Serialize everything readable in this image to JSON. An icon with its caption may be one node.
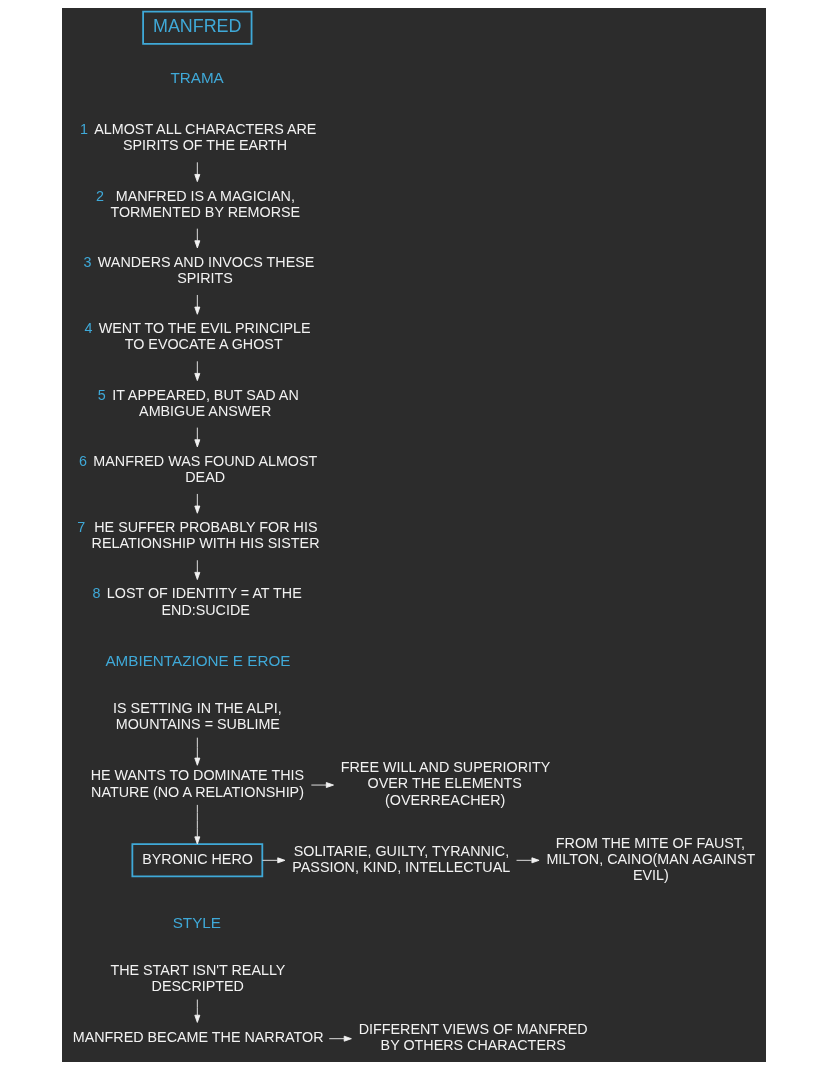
{
  "diagram": {
    "nodes": [
      {
        "text": [
          "MANFRED"
        ]
      },
      {
        "text": [
          "ALMOST ALL CHARACTERS ARE SPIRITS OF THE EARTH"
        ],
        "beside": [
          "1"
        ]
      },
      {
        "text": [
          "MANFRED IS A MAGICIAN, TORMENTED BY REMORSE"
        ],
        "beside": [
          "2"
        ]
      },
      {
        "text": [
          "WANDERS AND INVOCS THESE SPIRITS"
        ],
        "beside": [
          "3"
        ]
      },
      {
        "text": [
          "WENT TO THE EVIL PRINCIPLE TO EVOCATE A GHOST"
        ],
        "beside": [
          "4"
        ]
      },
      {
        "text": [
          "IT APPEARED, BUT SAD AN AMBIGUE ANSWER"
        ],
        "beside": [
          "5"
        ]
      },
      {
        "text": [
          "MANFRED WAS FOUND ALMOST DEAD"
        ],
        "beside": [
          "6"
        ]
      },
      {
        "text": [
          "HE SUFFER PROBABLY FOR HIS RELATIONSHIP WITH HIS SISTER"
        ],
        "beside": [
          "7"
        ]
      },
      {
        "text": [
          "LOST OF IDENTITY = AT THE END:SUCIDE"
        ],
        "beside": [
          "8"
        ]
      },
      {
        "text": [
          "IS SETTING IN THE ALPI, MOUNTAINS = SUBLIME"
        ]
      },
      {
        "text": [
          "HE WANTS TO DOMINATE THIS NATURE (NO A RELATIONSHIP)"
        ]
      },
      {
        "text": [
          "FREE WILL AND SUPERIORITY OVER THE ELEMENTS (OVERREACHER)"
        ]
      },
      {
        "text": [
          "BYRONIC HERO"
        ]
      },
      {
        "text": [
          "SOLITARIE, GUILTY, TYRANNIC, PASSION, KIND, INTELLECTUAL"
        ]
      },
      {
        "text": [
          "FROM THE MITE OF FAUST, MILTON, CAINO(MAN AGAINST EVIL)"
        ]
      },
      {
        "text": [
          "THE START ISN'T REALLY DESCRIPTED"
        ]
      },
      {
        "text": [
          "MANFRED BECAME THE NARRATOR"
        ]
      },
      {
        "text": [
          "DIFFERENT VIEWS OF MANFRED BY OTHERS CHARACTERS"
        ]
      }
    ],
    "edges": [
      {
        "from": 1,
        "to": 2,
        "arrow": "to"
      },
      {
        "from": 2,
        "to": 3,
        "arrow": "to"
      },
      {
        "from": 3,
        "to": 4,
        "arrow": "to"
      },
      {
        "from": 4,
        "to": 5,
        "arrow": "to"
      },
      {
        "from": 5,
        "to": 6,
        "arrow": "to"
      },
      {
        "from": 6,
        "to": 7,
        "arrow": "to"
      },
      {
        "from": 7,
        "to": 8,
        "arrow": "to"
      },
      {
        "from": 9,
        "to": 10,
        "arrow": "to"
      },
      {
        "from": 10,
        "to": 11,
        "arrow": "to"
      },
      {
        "from": 10,
        "to": 12,
        "arrow": "to"
      },
      {
        "from": 12,
        "to": 13,
        "arrow": "to"
      },
      {
        "from": 13,
        "to": 14,
        "arrow": "to"
      },
      {
        "from": 15,
        "to": 16,
        "arrow": "to"
      },
      {
        "from": 16,
        "to": 17,
        "arrow": "to"
      }
    ],
    "labels": [
      "TRAMA",
      "AMBIENTAZIONE E EROE",
      "STYLE"
    ]
  }
}
